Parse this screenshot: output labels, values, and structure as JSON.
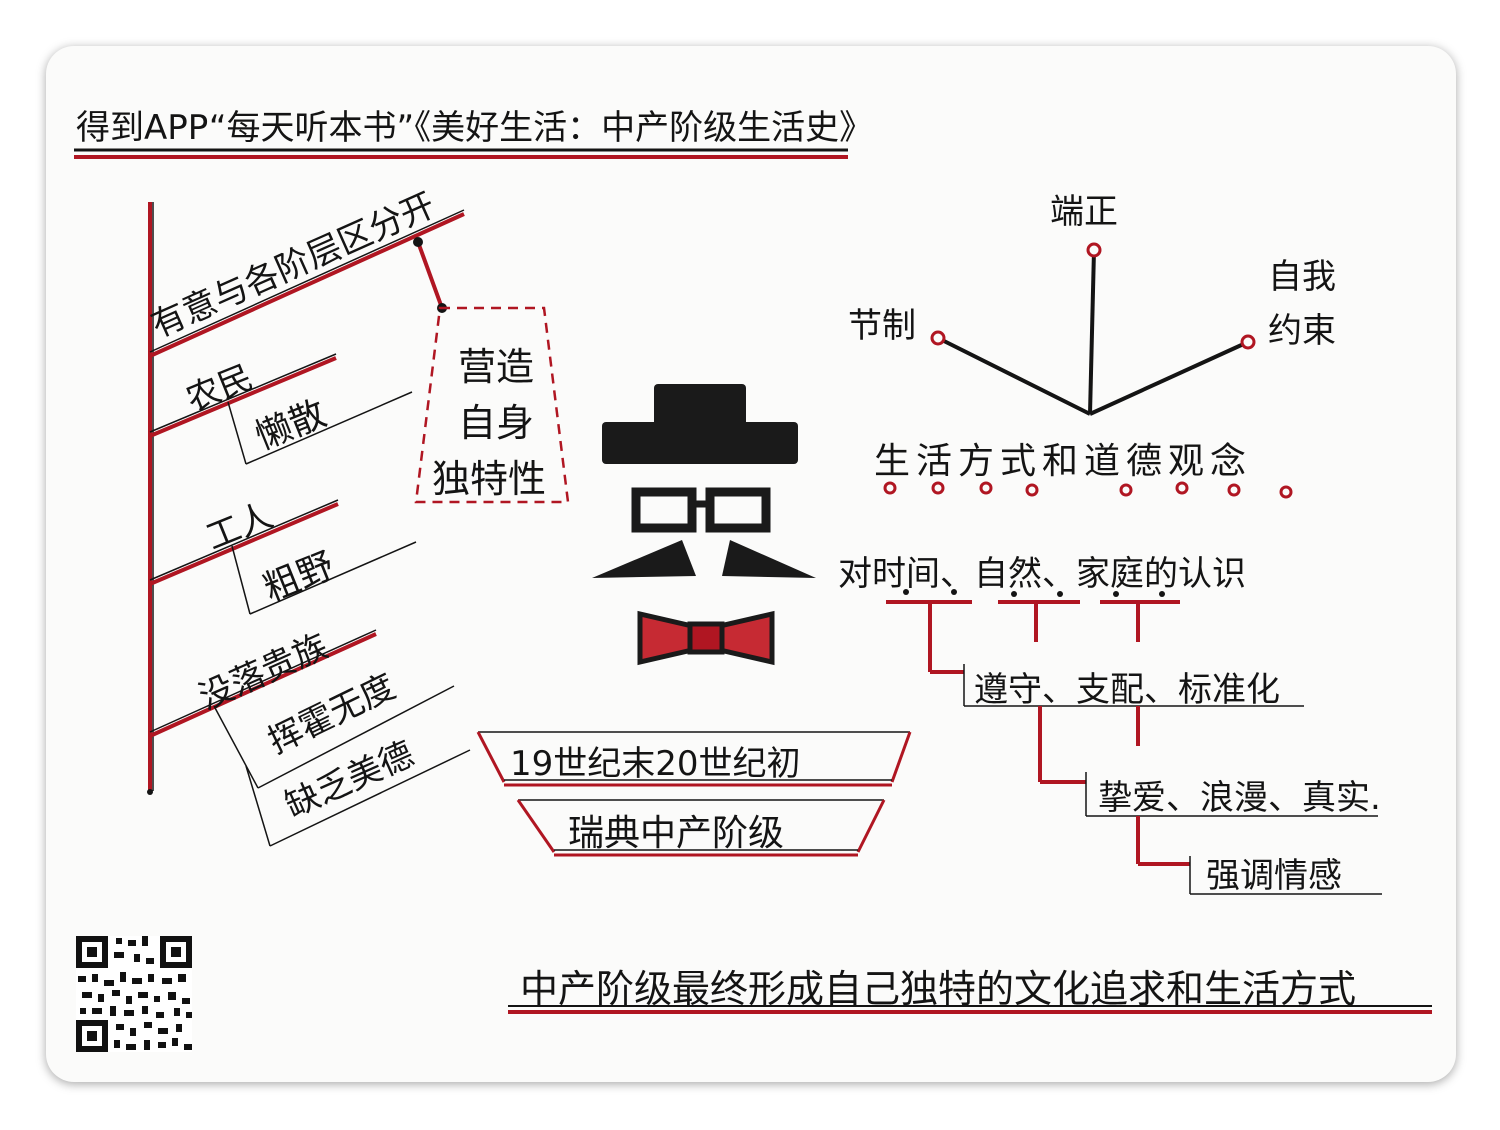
{
  "header": {
    "title": "得到APP“每天听本书”《美好生活：中产阶级生活史》"
  },
  "left_tree": {
    "branch_main": "有意与各阶层区分开",
    "classes": [
      {
        "label": "农民",
        "traits": [
          "懒散"
        ]
      },
      {
        "label": "工人",
        "traits": [
          "粗野"
        ]
      },
      {
        "label": "没落贵族",
        "traits": [
          "挥霍无度",
          "缺乏美德"
        ]
      }
    ],
    "callout_lines": [
      "营造",
      "自身",
      "独特性"
    ]
  },
  "center": {
    "era": "19世纪末20世纪初",
    "group": "瑞典中产阶级"
  },
  "right_tree": {
    "top_values": [
      "端正",
      "节制",
      "自我约束"
    ],
    "self_restraint_lines": [
      "自我",
      "约束"
    ],
    "morality": "生活方式和道德观念",
    "cognition": "对时间、自然、家庭的认识",
    "level1": "遵守、支配、标准化",
    "level2": "挚爱、浪漫、真实.",
    "level3": "强调情感"
  },
  "footer": {
    "conclusion": "中产阶级最终形成自己独特的文化追求和生活方式"
  },
  "colors": {
    "accent": "#b01622",
    "ink": "#141414",
    "bow": "#c62a33"
  }
}
